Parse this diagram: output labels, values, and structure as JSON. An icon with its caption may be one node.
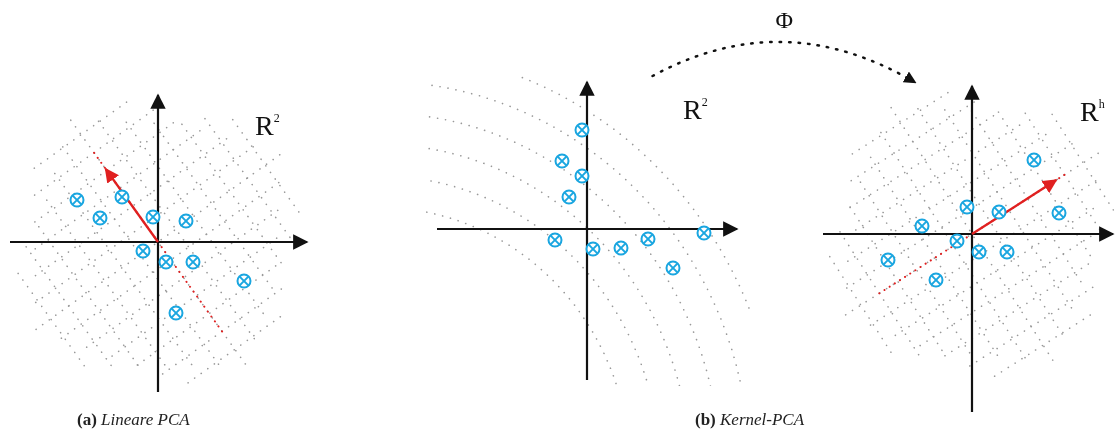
{
  "diagram": {
    "nodes": [
      {
        "text": [
          "R$^{2}$"
        ]
      },
      {
        "text": [
          "R$^{2}$"
        ]
      },
      {
        "text": [
          "R$^{h}$"
        ]
      }
    ],
    "edges": [
      {
        "from": 1,
        "to": 2,
        "arrow": "to",
        "label": "Φ",
        "style": "dashed"
      }
    ],
    "labels": [
      "**(a)** *Lineare PCA*",
      "**(b)** *Kernel-PCA*"
    ]
  }
}
